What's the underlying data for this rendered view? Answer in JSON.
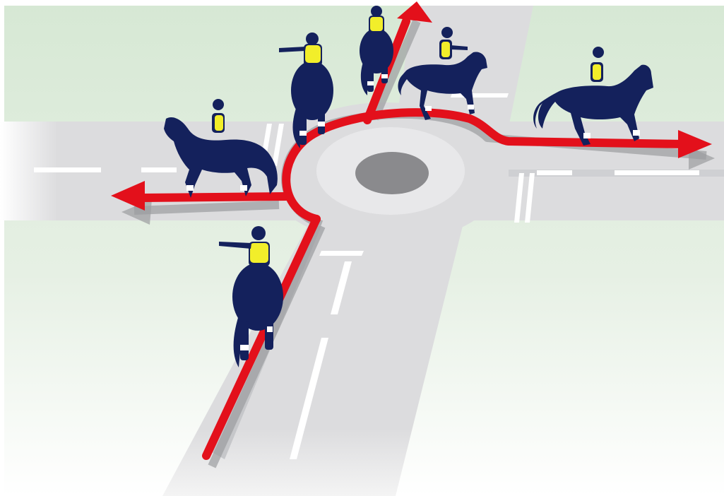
{
  "diagram": {
    "colors": {
      "grass": "#d6e8d4",
      "road": "#dcdcde",
      "road_edge": "#c9cacd",
      "road_shadow": "#b8b9bc",
      "marking": "#ffffff",
      "island": "#8a8a8d",
      "route": "#e3101b",
      "route_shadow": "#9b9ca0",
      "horse": "#14215c",
      "vest": "#f2ee2a",
      "socks": "#ffffff"
    },
    "route": {
      "legs": [
        "approach-south",
        "circulate-roundabout",
        "exit-west",
        "exit-north",
        "exit-east"
      ]
    },
    "riders": [
      {
        "id": "rider-approach",
        "signal": "left-arm-signal"
      },
      {
        "id": "rider-turning-west",
        "signal": "none"
      },
      {
        "id": "rider-circulating",
        "signal": "left-arm-signal"
      },
      {
        "id": "rider-straight-north",
        "signal": "none"
      },
      {
        "id": "rider-north-exit",
        "signal": "right-arm-signal"
      },
      {
        "id": "rider-turning-east",
        "signal": "none"
      }
    ]
  }
}
